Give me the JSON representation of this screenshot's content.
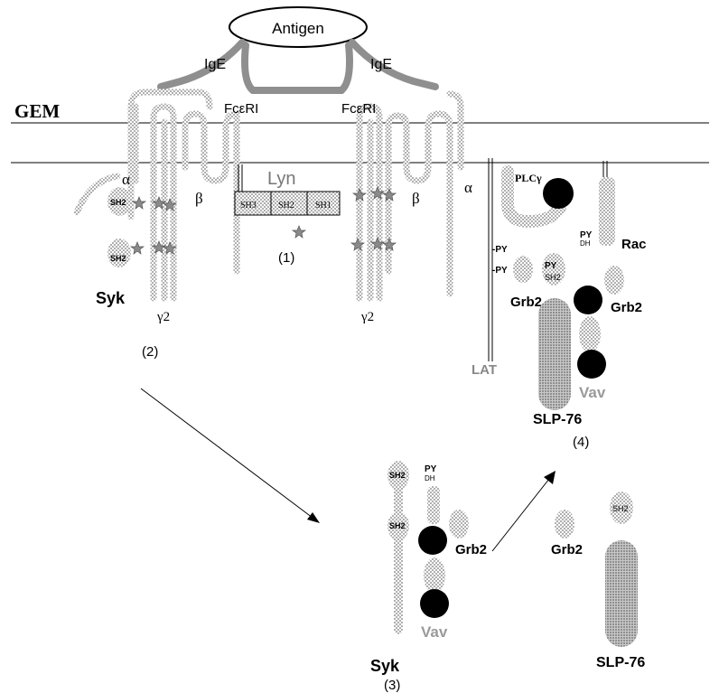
{
  "colors": {
    "protein_gray": "#a9a9a9",
    "dark_gray": "#7d7d7d",
    "adaptor_black": "#000000",
    "vav_gray": "#9a9a9a",
    "line": "#000000"
  },
  "labels": {
    "antigen": "Antigen",
    "ige_left": "IgE",
    "ige_right": "IgE",
    "gem": "GEM",
    "fceri_left": "FcεRI",
    "fceri_right": "FcεRI",
    "lyn": "Lyn",
    "sh3": "SH3",
    "sh2": "SH2",
    "sh1": "SH1",
    "alpha_left": "α",
    "alpha_right": "α",
    "beta_left": "β",
    "beta_right": "β",
    "gamma_left": "γ2",
    "gamma_right": "γ2",
    "syk_sh2_top": "SH2",
    "syk_sh2_bottom": "SH2",
    "syk": "Syk",
    "step1": "(1)",
    "step2": "(2)",
    "step3": "(3)",
    "step4": "(4)",
    "plc": "PLCγ",
    "py_lat1": "-PY",
    "py_lat2": "-PY",
    "lat": "LAT",
    "grb2_1": "Grb2",
    "slp_py": "PY",
    "slp_sh2": "SH2",
    "slp76": "SLP-76",
    "rac_py": "PY",
    "rac_dh": "DH",
    "rac": "Rac",
    "grb2_2": "Grb2",
    "vav": "Vav",
    "b_syk_sh2_top": "SH2",
    "b_syk_sh2_bottom": "SH2",
    "b_py": "PY",
    "b_dh": "DH",
    "b_grb2": "Grb2",
    "b_vav": "Vav",
    "b_syk": "Syk",
    "c_grb2": "Grb2",
    "c_sh2": "SH2",
    "c_slp76": "SLP-76"
  }
}
